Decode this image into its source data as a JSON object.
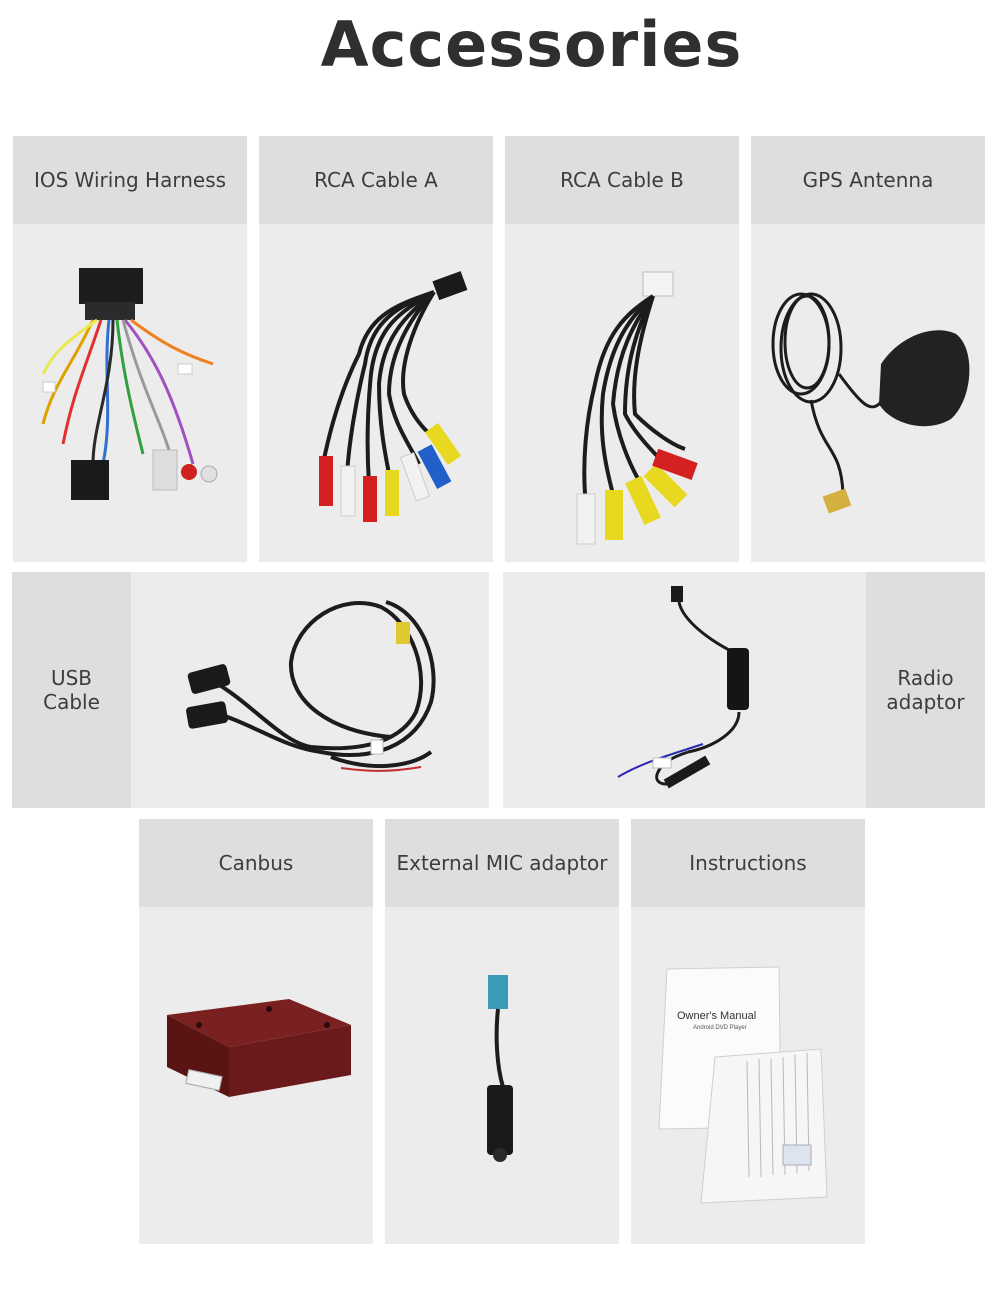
{
  "page": {
    "title": "Accessories"
  },
  "items": {
    "ios_harness": "IOS Wiring Harness",
    "rca_a": "RCA Cable A",
    "rca_b": "RCA Cable B",
    "gps": "GPS Antenna",
    "usb": [
      "USB",
      "Cable"
    ],
    "radio": [
      "Radio",
      "adaptor"
    ],
    "canbus": "Canbus",
    "mic": "External MIC adaptor",
    "instructions": "Instructions"
  },
  "manual": {
    "title": "Owner's Manual",
    "subtitle": "Android DVD Player"
  }
}
